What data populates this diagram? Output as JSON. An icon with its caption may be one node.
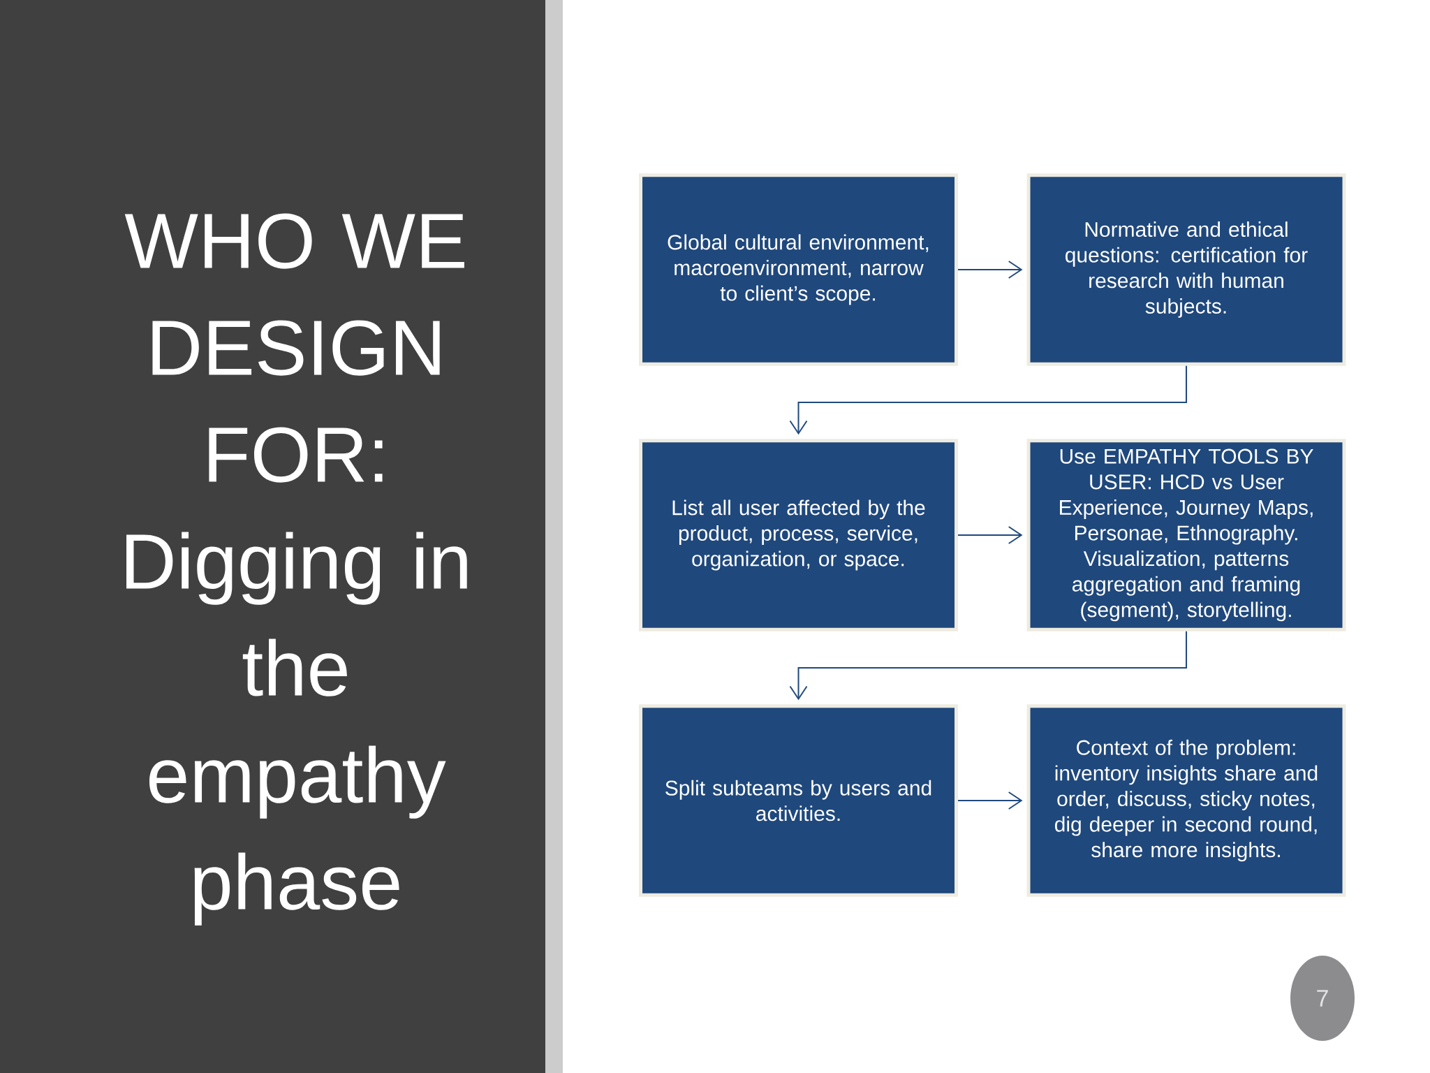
{
  "diagram": {
    "title": "WHO WE DESIGN FOR: Digging in the empathy phase",
    "nodes": [
      {
        "text": [
          "Global cultural environment, macroenvironment, narrow to client’s scope."
        ]
      },
      {
        "text": [
          "Normative and ethical questions: certification for research with human subjects."
        ]
      },
      {
        "text": [
          "List all user affected by the product, process, service, organization, or space."
        ]
      },
      {
        "text": [
          "Use EMPATHY TOOLS BY USER: HCD vs User Experience, Journey Maps, Personae, Ethnography. Visualization, patterns aggregation and framing (segment), storytelling."
        ]
      },
      {
        "text": [
          "Split subteams by users and activities."
        ]
      },
      {
        "text": [
          "Context of the problem: inventory insights share and order, discuss, sticky notes, dig deeper in second round, share more insights."
        ]
      },
      {
        "text": [
          "7"
        ]
      }
    ],
    "edges": [
      {
        "from": 0,
        "to": 1,
        "arrow": "to"
      },
      {
        "from": 1,
        "to": 2,
        "arrow": "to"
      },
      {
        "from": 2,
        "to": 3,
        "arrow": "to"
      },
      {
        "from": 3,
        "to": 4,
        "arrow": "to"
      },
      {
        "from": 4,
        "to": 5,
        "arrow": "to"
      }
    ]
  }
}
